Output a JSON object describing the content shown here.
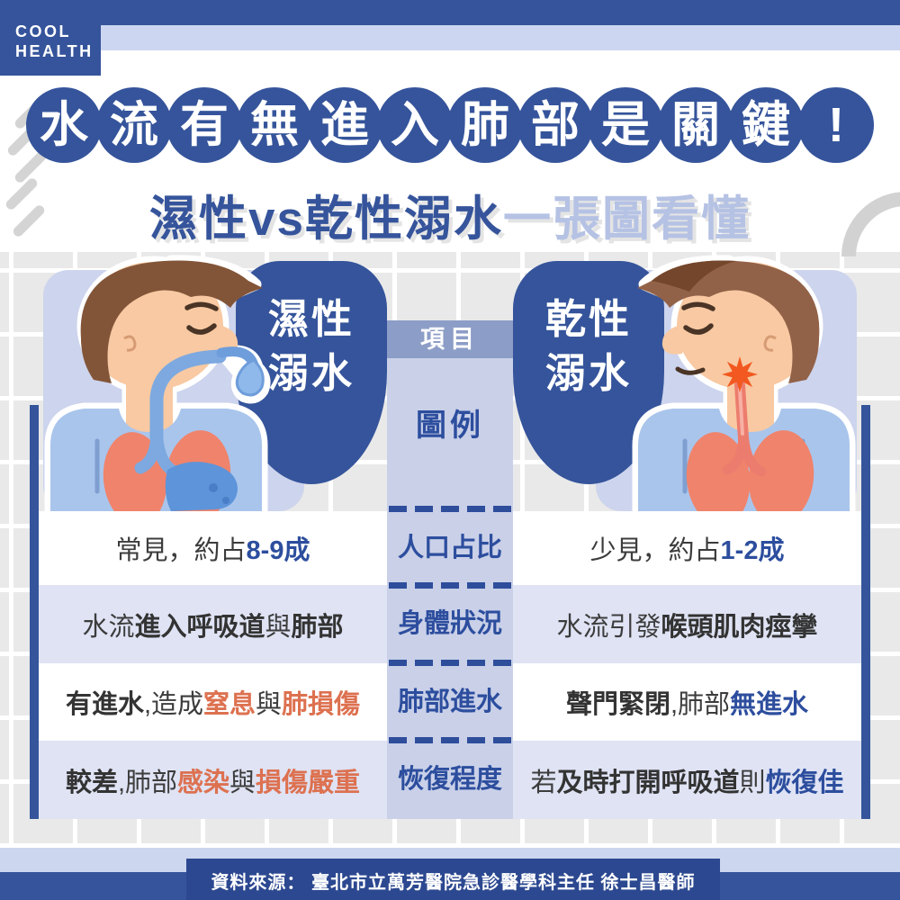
{
  "brand": {
    "line1": "COOL",
    "line2": "HEALTH"
  },
  "title": {
    "chars": [
      "水",
      "流",
      "有",
      "無",
      "進",
      "入",
      "肺",
      "部",
      "是",
      "關",
      "鍵",
      "!"
    ]
  },
  "subtitle": {
    "dark": "濕性vs乾性溺水",
    "light": "一張圖看懂"
  },
  "badges": {
    "left": {
      "line1": "濕性",
      "line2": "溺水"
    },
    "right": {
      "line1": "乾性",
      "line2": "溺水"
    }
  },
  "column": {
    "header": "項目",
    "legend": "圖例"
  },
  "rows": [
    {
      "center": "人口占比",
      "left": [
        {
          "t": "常見，約占",
          "s": "n"
        },
        {
          "t": "8-9成",
          "s": "blue"
        }
      ],
      "right": [
        {
          "t": "少見，約占",
          "s": "n"
        },
        {
          "t": "1-2成",
          "s": "blue"
        }
      ]
    },
    {
      "center": "身體狀況",
      "left": [
        {
          "t": "水流",
          "s": "n"
        },
        {
          "t": "進入呼吸道",
          "s": "b"
        },
        {
          "t": "與",
          "s": "n"
        },
        {
          "t": "肺部",
          "s": "b"
        }
      ],
      "right": [
        {
          "t": "水流引發",
          "s": "n"
        },
        {
          "t": "喉頭肌肉痙攣",
          "s": "b"
        }
      ]
    },
    {
      "center": "肺部進水",
      "left": [
        {
          "t": "有進水",
          "s": "b"
        },
        {
          "t": ",造成",
          "s": "n"
        },
        {
          "t": "窒息",
          "s": "orange"
        },
        {
          "t": "與",
          "s": "n"
        },
        {
          "t": "肺損傷",
          "s": "orange"
        }
      ],
      "right": [
        {
          "t": "聲門緊閉",
          "s": "b"
        },
        {
          "t": ",肺部",
          "s": "n"
        },
        {
          "t": "無進水",
          "s": "blue"
        }
      ]
    },
    {
      "center": "恢復程度",
      "left": [
        {
          "t": "較差",
          "s": "b"
        },
        {
          "t": ",肺部",
          "s": "n"
        },
        {
          "t": "感染",
          "s": "orange"
        },
        {
          "t": "與",
          "s": "n"
        },
        {
          "t": "損傷嚴重",
          "s": "orange"
        }
      ],
      "right": [
        {
          "t": "若",
          "s": "n"
        },
        {
          "t": "及時打開呼吸道",
          "s": "b"
        },
        {
          "t": "則",
          "s": "n"
        },
        {
          "t": "恢復佳",
          "s": "blue"
        }
      ]
    }
  ],
  "source": {
    "text": "資料來源： 臺北市立萬芳醫院急診醫學科主任 徐士昌醫師"
  },
  "colors": {
    "primary_blue": "#35549b",
    "footer_tab_blue": "#2c4890",
    "column_header_blue": "#8c9dc7",
    "column_body_lavender": "#c9d0e8",
    "row_lavender": "#dfe3f4",
    "panel_lavender": "#cdd4ed",
    "strip_lavender": "#ccd6f0",
    "subtitle_light": "#b5c2e4",
    "text_dark": "#3c3c3c",
    "text_blue": "#2d4e9e",
    "text_orange": "#dd7150",
    "grid_gray": "#e9e9e9"
  }
}
